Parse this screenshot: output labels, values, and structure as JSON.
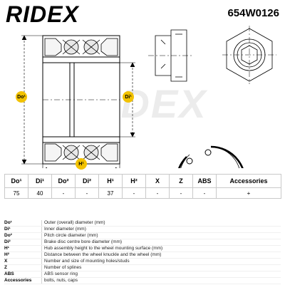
{
  "brand": "RIDEX",
  "part_number": "654W0126",
  "watermark": "RIDEX",
  "dimension_badges": {
    "outer": "Do¹",
    "inner": "Di¹",
    "height": "H¹"
  },
  "table": {
    "headers": [
      "Do¹",
      "Di¹",
      "Do²",
      "Di²",
      "H¹",
      "H²",
      "X",
      "Z",
      "ABS",
      "Accessories"
    ],
    "values": [
      "75",
      "40",
      "-",
      "-",
      "37",
      "-",
      "-",
      "-",
      "-",
      "+"
    ]
  },
  "legend": [
    {
      "term": "Do¹",
      "definition": "Outer (overall) diameter (mm)"
    },
    {
      "term": "Di¹",
      "definition": "Inner diameter (mm)"
    },
    {
      "term": "Do²",
      "definition": "Pitch circle diameter (mm)"
    },
    {
      "term": "Di²",
      "definition": "Brake disc centre bore diameter (mm)"
    },
    {
      "term": "H¹",
      "definition": "Hub assembly height to the wheel mounting surface (mm)"
    },
    {
      "term": "H²",
      "definition": "Distance between the wheel knuckle and the wheel (mm)"
    },
    {
      "term": "X",
      "definition": "Number and size of mounting holes/studs"
    },
    {
      "term": "Z",
      "definition": "Number of splines"
    },
    {
      "term": "ABS",
      "definition": "ABS sensor ring"
    },
    {
      "term": "Accessories",
      "definition": "bolts, nuts, caps"
    }
  ],
  "colors": {
    "badge": "#f2c200",
    "text": "#000000",
    "watermark": "#ececec"
  },
  "icons": [
    "bearing-section-drawing",
    "hub-nut-side-icon",
    "hub-nut-front-icon",
    "circlip-icon"
  ]
}
